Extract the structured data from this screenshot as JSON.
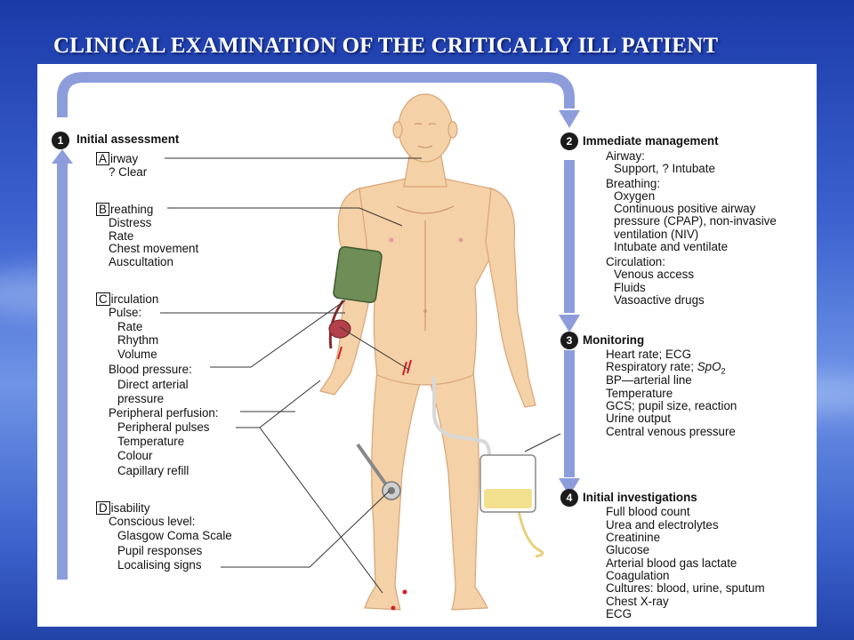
{
  "title": "CLINICAL EXAMINATION OF THE CRITICALLY ILL PATIENT",
  "colors": {
    "arrow": "#8d9ddc",
    "skin": "#f4d1a6",
    "cuff": "#6e8d57",
    "urine": "#f3e08f"
  },
  "left": {
    "initial_assessment": {
      "number": "1",
      "heading": "Initial assessment"
    },
    "airway": {
      "letter": "A",
      "rest": "irway",
      "items": [
        "? Clear"
      ]
    },
    "breathing": {
      "letter": "B",
      "rest": "reathing",
      "items": [
        "Distress",
        "Rate",
        "Chest movement",
        "Auscultation"
      ]
    },
    "circulation": {
      "letter": "C",
      "rest": "irculation",
      "pulse": "Pulse:",
      "pulse_items": [
        "Rate",
        "Rhythm",
        "Volume"
      ],
      "bp": "Blood pressure:",
      "bp_items": [
        "Direct arterial",
        "pressure"
      ],
      "perfusion": "Peripheral perfusion:",
      "perfusion_items": [
        "Peripheral pulses",
        "Temperature",
        "Colour",
        "Capillary refill"
      ]
    },
    "disability": {
      "letter": "D",
      "rest": "isability",
      "conscious": "Conscious level:",
      "items": [
        "Glasgow Coma Scale",
        "Pupil responses",
        "Localising signs"
      ]
    }
  },
  "right": {
    "management": {
      "number": "2",
      "heading": "Immediate management",
      "airway": "Airway:",
      "airway_items": [
        "Support, ? Intubate"
      ],
      "breathing": "Breathing:",
      "breathing_items": [
        "Oxygen",
        "Continuous positive airway",
        "pressure (CPAP), non-invasive",
        "ventilation (NIV)",
        "Intubate and ventilate"
      ],
      "circulation": "Circulation:",
      "circulation_items": [
        "Venous access",
        "Fluids",
        "Vasoactive drugs"
      ]
    },
    "monitoring": {
      "number": "3",
      "heading": "Monitoring",
      "items": [
        "Heart rate; ECG"
      ],
      "resp": "Respiratory rate; ",
      "spo2_main": "SpO",
      "spo2_sub": "2",
      "items2": [
        "BP—arterial line",
        "Temperature",
        "GCS; pupil size, reaction",
        "Urine output",
        "Central venous pressure"
      ]
    },
    "investigations": {
      "number": "4",
      "heading": "Initial investigations",
      "items": [
        "Full blood count",
        "Urea and electrolytes",
        "Creatinine",
        "Glucose",
        "Arterial blood gas lactate",
        "Coagulation",
        "Cultures: blood, urine, sputum",
        "Chest X-ray",
        "ECG"
      ]
    }
  }
}
